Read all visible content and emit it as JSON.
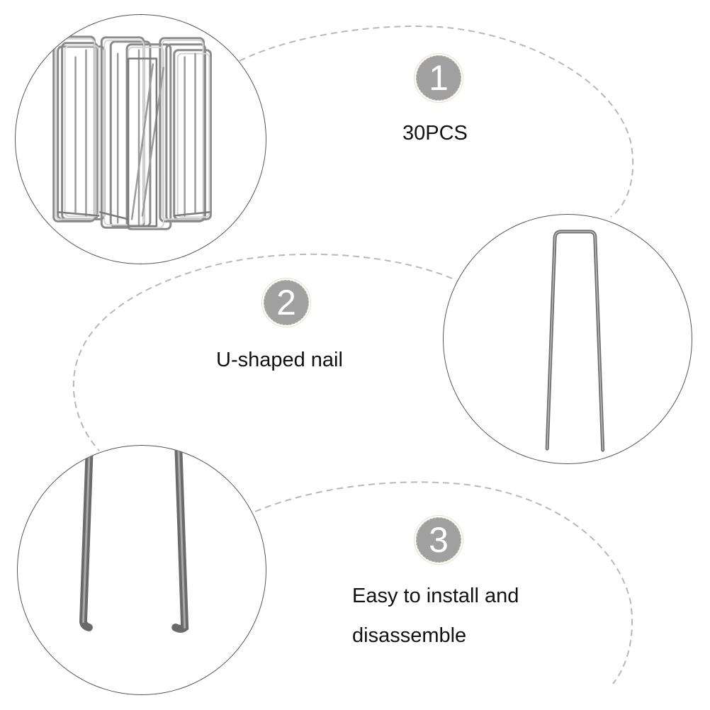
{
  "steps": [
    {
      "number": "1",
      "label": "30PCS",
      "image": "pile-of-u-shaped-garden-staples"
    },
    {
      "number": "2",
      "label": "U-shaped nail",
      "image": "single-u-shaped-staple"
    },
    {
      "number": "3",
      "label_line1": "Easy to install and",
      "label_line2": "disassemble",
      "image": "staple-pointed-tips-closeup"
    }
  ],
  "colors": {
    "badge_fill": "#a0a0a0",
    "badge_text": "#ffffff",
    "dashed_path": "#b8b8b8",
    "circle_border": "#555555",
    "label_text": "#111111",
    "metal_dark": "#6e6e6e",
    "metal_light": "#c8c8c8"
  }
}
